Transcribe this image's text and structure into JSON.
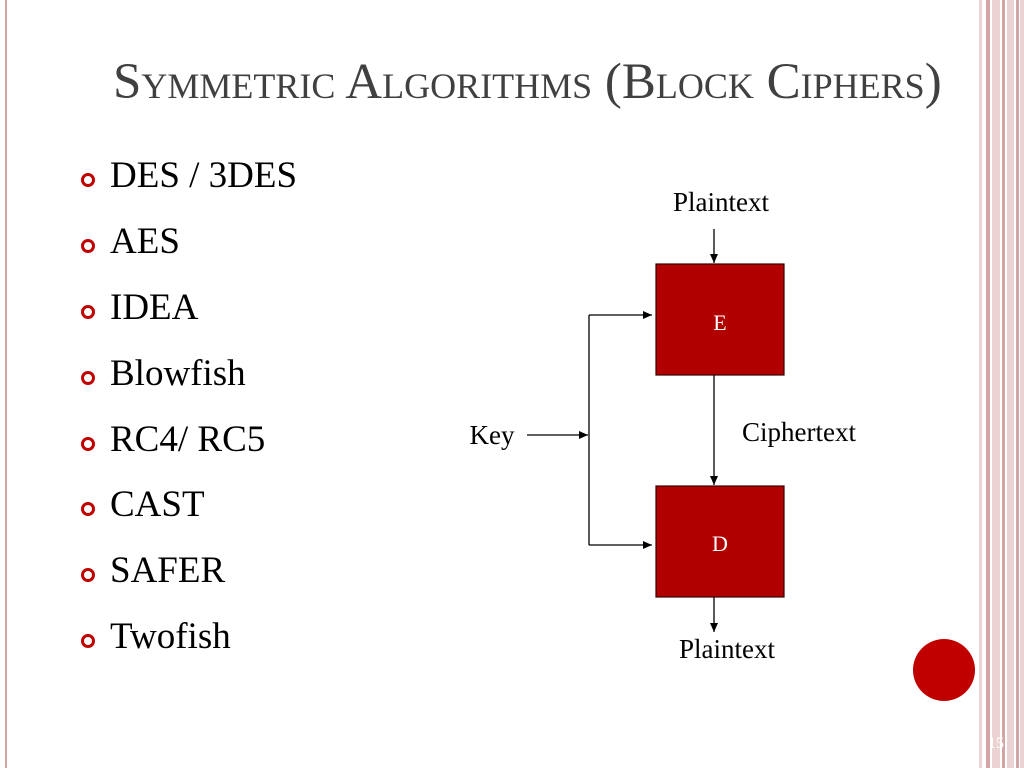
{
  "slide": {
    "title": "Symmetric Algorithms (Block Ciphers)",
    "bullets": [
      "DES / 3DES",
      "AES",
      "IDEA",
      "Blowfish",
      "RC4/ RC5",
      "CAST",
      "SAFER",
      "Twofish"
    ],
    "page_number": "15"
  },
  "diagram": {
    "input_label": "Plaintext",
    "encrypt_label": "E",
    "ciphertext_label": "Ciphertext",
    "decrypt_label": "D",
    "output_label": "Plaintext",
    "key_label": "Key"
  },
  "icons": {
    "bullet": "ring-bullet",
    "arrow": "arrow-head"
  },
  "colors": {
    "accent": "#c00000",
    "box_fill": "#b00000",
    "box_border": "#3a0000",
    "title_text": "#404040",
    "body_text": "#000000",
    "label_on_box": "#ffffff",
    "stripe_light": "#ecd3d3",
    "stripe_dark": "#d4a5a5",
    "slide_number_text": "#ffffff"
  }
}
